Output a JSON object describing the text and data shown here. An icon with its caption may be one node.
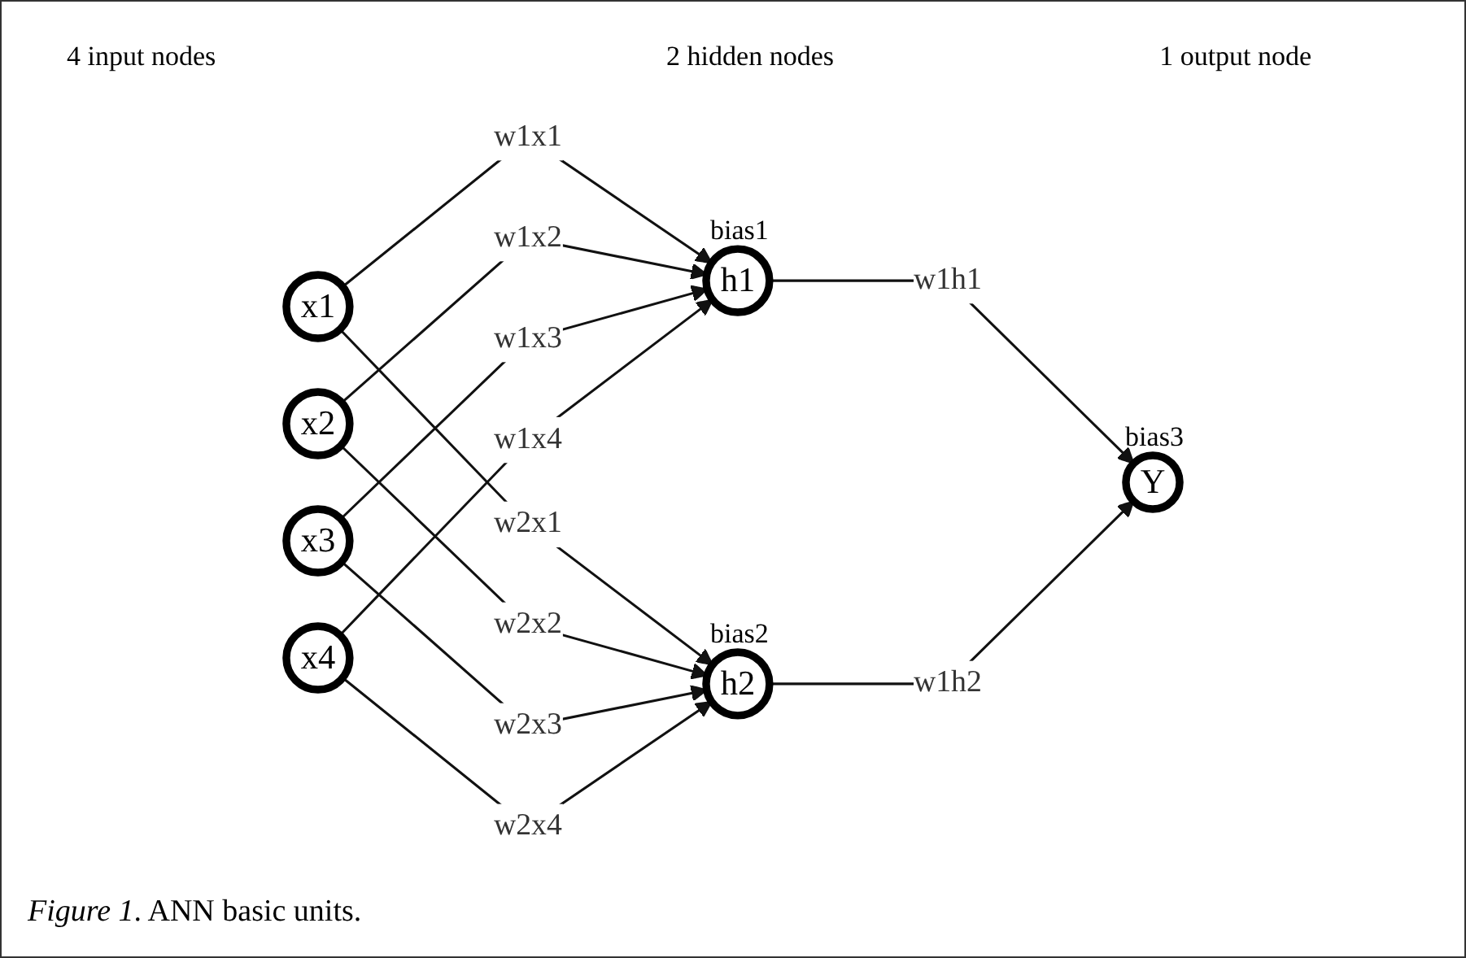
{
  "diagram": {
    "caption": "*Figure 1*. ANN basic units.",
    "nodes": [
      {
        "text": [
          "x1"
        ]
      },
      {
        "text": [
          "x2"
        ]
      },
      {
        "text": [
          "x3"
        ]
      },
      {
        "text": [
          "x4"
        ]
      },
      {
        "text": [
          "h1"
        ],
        "beside": [
          "bias1"
        ]
      },
      {
        "text": [
          "h2"
        ],
        "beside": [
          "bias2"
        ]
      },
      {
        "text": [
          "Y"
        ],
        "beside": [
          "bias3"
        ]
      }
    ],
    "edges": [
      {
        "from": 0,
        "to": 4,
        "arrow": "to",
        "label": "w1x1"
      },
      {
        "from": 0,
        "to": 5,
        "arrow": "to",
        "label": "w2x1"
      },
      {
        "from": 1,
        "to": 4,
        "arrow": "to",
        "label": "w1x2"
      },
      {
        "from": 1,
        "to": 5,
        "arrow": "to",
        "label": "w2x2"
      },
      {
        "from": 2,
        "to": 4,
        "arrow": "to",
        "label": "w1x3"
      },
      {
        "from": 2,
        "to": 5,
        "arrow": "to",
        "label": "w2x3"
      },
      {
        "from": 3,
        "to": 4,
        "arrow": "to",
        "label": "w1x4"
      },
      {
        "from": 3,
        "to": 5,
        "arrow": "to",
        "label": "w2x4"
      },
      {
        "from": 4,
        "to": 6,
        "arrow": "to",
        "label": "w1h1"
      },
      {
        "from": 5,
        "to": 6,
        "arrow": "to",
        "label": "w1h2"
      }
    ],
    "labels": [
      "4 input nodes",
      "2 hidden nodes",
      "1 output node"
    ]
  }
}
